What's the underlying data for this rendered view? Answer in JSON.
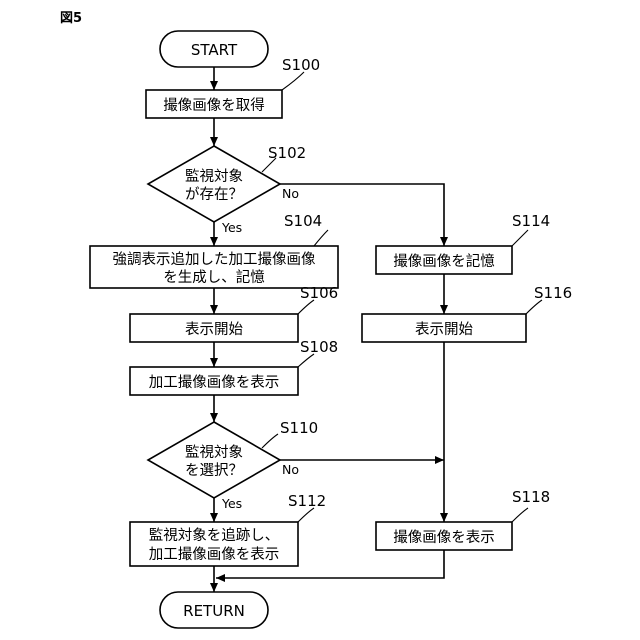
{
  "figure_label": "図5",
  "start": "START",
  "end": "RETURN",
  "steps": {
    "s100": {
      "id": "S100",
      "text": "撮像画像を取得"
    },
    "s102": {
      "id": "S102",
      "line1": "監視対象",
      "line2": "が存在？"
    },
    "s104": {
      "id": "S104",
      "line1": "強調表示追加した加工撮像画像",
      "line2": "を生成し、記憶"
    },
    "s106": {
      "id": "S106",
      "text": "表示開始"
    },
    "s108": {
      "id": "S108",
      "text": "加工撮像画像を表示"
    },
    "s110": {
      "id": "S110",
      "line1": "監視対象",
      "line2": "を選択？"
    },
    "s112": {
      "id": "S112",
      "line1": "監視対象を追跡し、",
      "line2": "加工撮像画像を表示"
    },
    "s114": {
      "id": "S114",
      "text": "撮像画像を記憶"
    },
    "s116": {
      "id": "S116",
      "text": "表示開始"
    },
    "s118": {
      "id": "S118",
      "text": "撮像画像を表示"
    }
  },
  "branches": {
    "yes": "Yes",
    "no": "No"
  }
}
